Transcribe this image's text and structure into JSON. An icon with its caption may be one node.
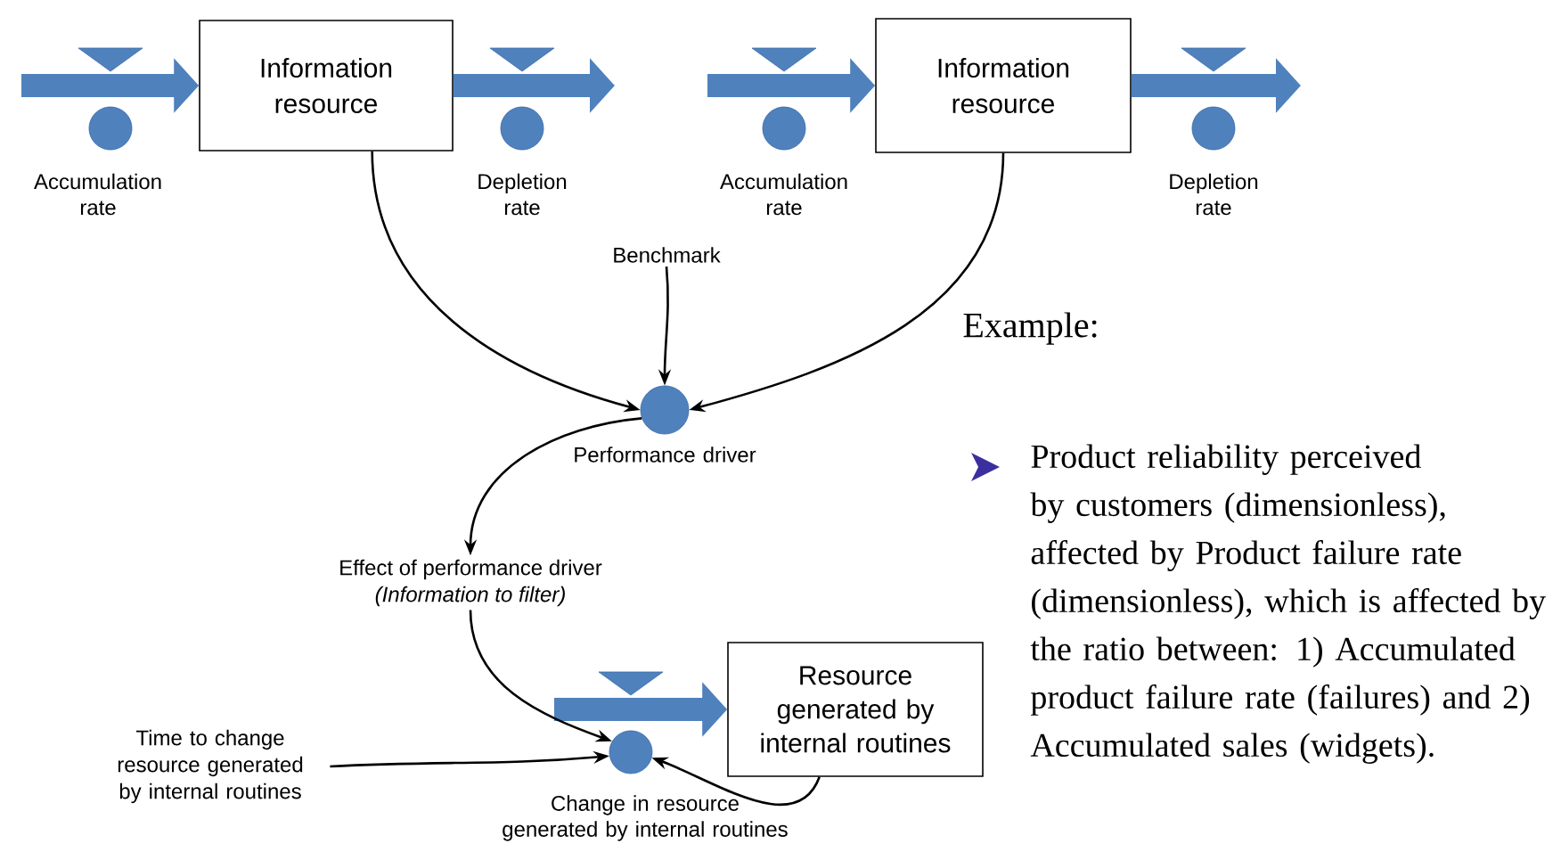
{
  "diagram": {
    "nodes": [
      {
        "text": [
          "Information resource"
        ]
      },
      {
        "text": [],
        "shape": "circle",
        "beside": [
          "Accumulation rate"
        ]
      },
      {
        "text": [],
        "shape": "circle",
        "beside": [
          "Depletion rate"
        ]
      },
      {
        "text": [
          "Information resource"
        ]
      },
      {
        "text": [],
        "shape": "circle",
        "beside": [
          "Accumulation rate"
        ]
      },
      {
        "text": [],
        "shape": "circle",
        "beside": [
          "Depletion rate"
        ]
      },
      {
        "text": [
          "Benchmark"
        ]
      },
      {
        "text": [],
        "shape": "circle",
        "beside": [
          "Performance driver"
        ]
      },
      {
        "text": [
          "Effect of performance driver",
          "(Information to filter)"
        ]
      },
      {
        "text": [
          "Time to change resource generated by internal routines"
        ]
      },
      {
        "text": [],
        "shape": "circle",
        "beside": [
          "Change in resource generated by internal routines"
        ]
      },
      {
        "text": [
          "Resource generated by internal routines"
        ]
      }
    ],
    "edges": [
      {
        "from": null,
        "to": 0,
        "arrow": "to",
        "style": "thick",
        "color": "#4f81bd"
      },
      {
        "from": 0,
        "to": null,
        "arrow": "to",
        "style": "thick",
        "color": "#4f81bd"
      },
      {
        "from": null,
        "to": 3,
        "arrow": "to",
        "style": "thick",
        "color": "#4f81bd"
      },
      {
        "from": 3,
        "to": null,
        "arrow": "to",
        "style": "thick",
        "color": "#4f81bd"
      },
      {
        "from": null,
        "to": 11,
        "arrow": "to",
        "style": "thick",
        "color": "#4f81bd"
      },
      {
        "from": 0,
        "to": 7,
        "arrow": "to"
      },
      {
        "from": 3,
        "to": 7,
        "arrow": "to"
      },
      {
        "from": 6,
        "to": 7,
        "arrow": "to"
      },
      {
        "from": 7,
        "to": 8,
        "arrow": "to"
      },
      {
        "from": 8,
        "to": 10,
        "arrow": "to"
      },
      {
        "from": 9,
        "to": 10,
        "arrow": "to"
      },
      {
        "from": 11,
        "to": 10,
        "arrow": "to"
      }
    ],
    "labels": [
      "Example:",
      "Product reliability perceived by customers (dimensionless), affected by Product failure rate (dimensionless), which is affected by the ratio between: 1) Accumulated product failure rate (failures) and 2) Accumulated sales (widgets)."
    ]
  }
}
